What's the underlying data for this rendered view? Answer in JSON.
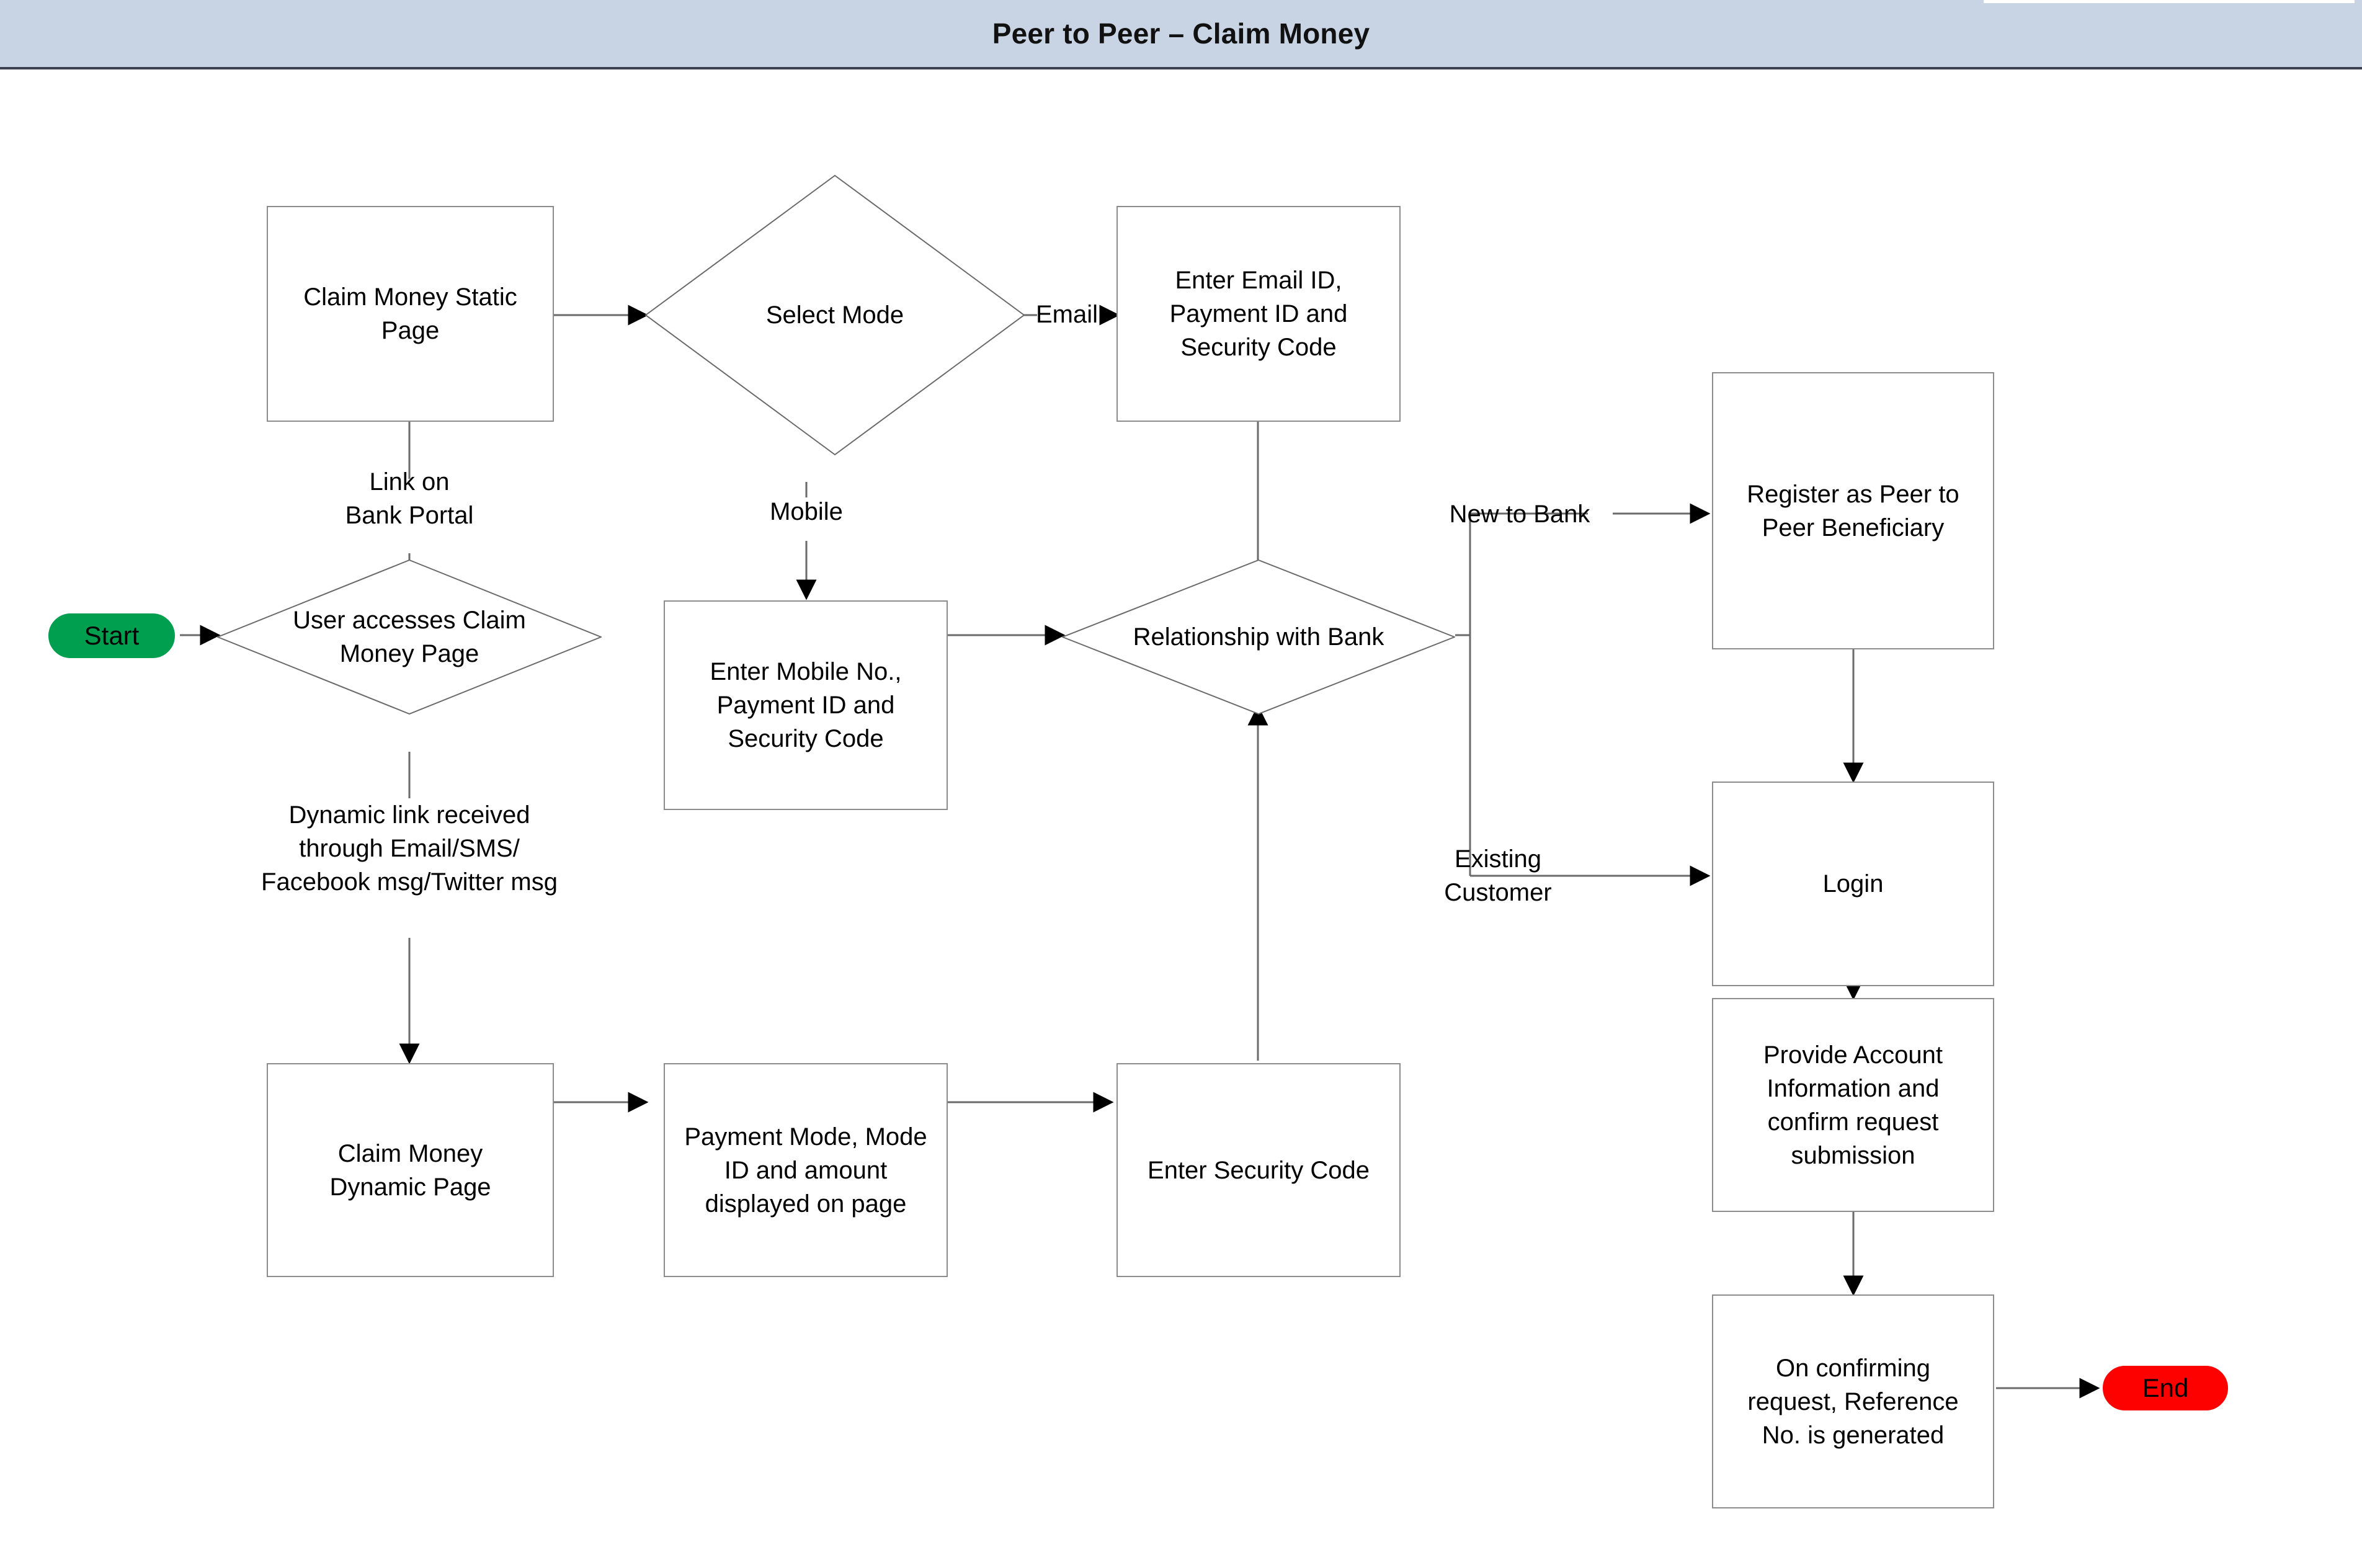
{
  "header": {
    "title": "Peer to Peer – Claim Money",
    "background_color": "#c8d3e4",
    "text_color": "#111111"
  },
  "diagram": {
    "type": "flowchart",
    "background_color": "#ffffff",
    "node_border_color": "#8c8c8c",
    "edge_color": "#5a5a5a",
    "start_color": "#009e4f",
    "end_color": "#fd0000",
    "nodes": [
      {
        "id": "start",
        "shape": "terminator",
        "label": "Start"
      },
      {
        "id": "user-access",
        "shape": "decision",
        "label": "User accesses Claim\nMoney Page"
      },
      {
        "id": "static-page",
        "shape": "process",
        "label": "Claim Money Static\nPage"
      },
      {
        "id": "select-mode",
        "shape": "decision",
        "label": "Select Mode"
      },
      {
        "id": "enter-email",
        "shape": "process",
        "label": "Enter Email ID,\nPayment ID and\nSecurity Code"
      },
      {
        "id": "enter-mobile",
        "shape": "process",
        "label": "Enter Mobile No.,\nPayment ID and\nSecurity Code"
      },
      {
        "id": "relationship",
        "shape": "decision",
        "label": "Relationship with Bank"
      },
      {
        "id": "register-peer",
        "shape": "process",
        "label": "Register as Peer to\nPeer Beneficiary"
      },
      {
        "id": "login",
        "shape": "process",
        "label": "Login"
      },
      {
        "id": "provide-account",
        "shape": "process",
        "label": "Provide Account\nInformation and\nconfirm request\nsubmission"
      },
      {
        "id": "reference-no",
        "shape": "process",
        "label": "On confirming\nrequest, Reference\nNo. is generated"
      },
      {
        "id": "end",
        "shape": "terminator",
        "label": "End"
      },
      {
        "id": "dynamic-page",
        "shape": "process",
        "label": "Claim Money\nDynamic Page"
      },
      {
        "id": "payment-mode",
        "shape": "process",
        "label": "Payment Mode, Mode\nID and amount\ndisplayed on page"
      },
      {
        "id": "enter-security",
        "shape": "process",
        "label": "Enter Security Code"
      }
    ],
    "edge_labels": [
      {
        "id": "link-bank-portal",
        "text": "Link on\nBank Portal"
      },
      {
        "id": "email",
        "text": "Email"
      },
      {
        "id": "mobile",
        "text": "Mobile"
      },
      {
        "id": "dynamic-link",
        "text": "Dynamic link received\nthrough Email/SMS/\nFacebook msg/Twitter msg"
      },
      {
        "id": "new-to-bank",
        "text": "New to Bank"
      },
      {
        "id": "existing-customer",
        "text": "Existing\nCustomer"
      }
    ],
    "edges": [
      {
        "from": "start",
        "to": "user-access"
      },
      {
        "from": "user-access",
        "to": "static-page",
        "label": "Link on\nBank Portal"
      },
      {
        "from": "user-access",
        "to": "dynamic-page",
        "label": "Dynamic link received\nthrough Email/SMS/\nFacebook msg/Twitter msg"
      },
      {
        "from": "static-page",
        "to": "select-mode"
      },
      {
        "from": "select-mode",
        "to": "enter-email",
        "label": "Email"
      },
      {
        "from": "select-mode",
        "to": "enter-mobile",
        "label": "Mobile"
      },
      {
        "from": "enter-email",
        "to": "relationship"
      },
      {
        "from": "enter-mobile",
        "to": "relationship"
      },
      {
        "from": "relationship",
        "to": "register-peer",
        "label": "New to Bank"
      },
      {
        "from": "relationship",
        "to": "login",
        "label": "Existing\nCustomer"
      },
      {
        "from": "register-peer",
        "to": "login"
      },
      {
        "from": "login",
        "to": "provide-account"
      },
      {
        "from": "provide-account",
        "to": "reference-no"
      },
      {
        "from": "reference-no",
        "to": "end"
      },
      {
        "from": "dynamic-page",
        "to": "payment-mode"
      },
      {
        "from": "payment-mode",
        "to": "enter-security"
      },
      {
        "from": "enter-security",
        "to": "relationship"
      }
    ]
  }
}
